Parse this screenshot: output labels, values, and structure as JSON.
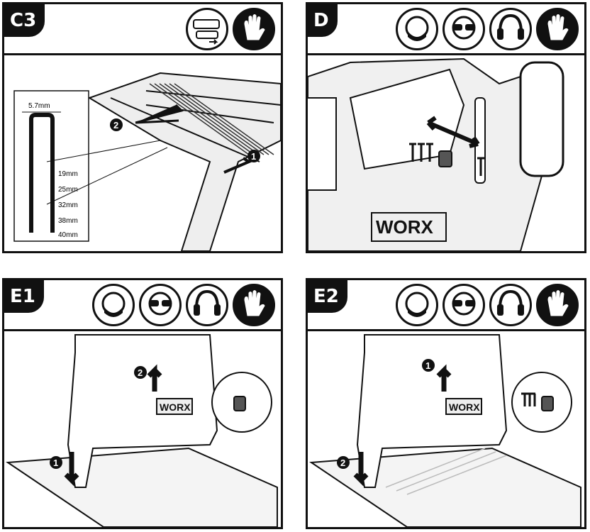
{
  "panels": {
    "c3": {
      "tag": "C3",
      "staple_width": "5.7mm",
      "lengths": [
        "19mm",
        "25mm",
        "32mm",
        "38mm",
        "40mm"
      ],
      "steps": [
        "1",
        "2"
      ]
    },
    "d": {
      "tag": "D",
      "brand": "WORX"
    },
    "e1": {
      "tag": "E1",
      "brand": "WORX",
      "steps": [
        "1",
        "2"
      ]
    },
    "e2": {
      "tag": "E2",
      "brand": "WORX",
      "steps": [
        "1",
        "2"
      ]
    }
  },
  "icons": {
    "c3": [
      "loading-diagram-icon",
      "gloves-icon"
    ],
    "d": [
      "mask-icon",
      "goggles-icon",
      "ear-protection-icon",
      "gloves-icon"
    ],
    "e1": [
      "mask-icon",
      "goggles-icon",
      "ear-protection-icon",
      "gloves-icon"
    ],
    "e2": [
      "mask-icon",
      "goggles-icon",
      "ear-protection-icon",
      "gloves-icon"
    ]
  }
}
